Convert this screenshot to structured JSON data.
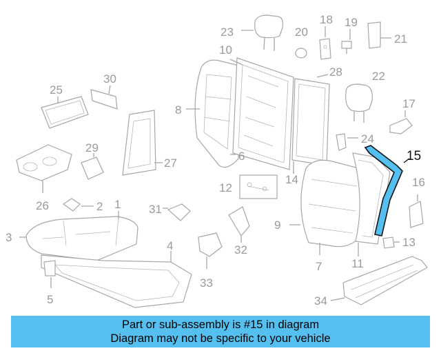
{
  "diagram": {
    "labels": [
      "1",
      "2",
      "3",
      "4",
      "5",
      "6",
      "7",
      "8",
      "9",
      "11",
      "12",
      "13",
      "14",
      "15",
      "16",
      "17",
      "18",
      "19",
      "20",
      "21",
      "22",
      "23",
      "24",
      "25",
      "26",
      "27",
      "28",
      "29",
      "30",
      "31",
      "32",
      "33",
      "34"
    ],
    "highlighted_part": "15",
    "highlight_color": "#55c0f0",
    "line_color": "#a6a6a6"
  },
  "banner": {
    "line1": "Part or sub-assembly is #15 in diagram",
    "line2": "Diagram may not be specific to your vehicle",
    "background": "#55c0f0"
  }
}
